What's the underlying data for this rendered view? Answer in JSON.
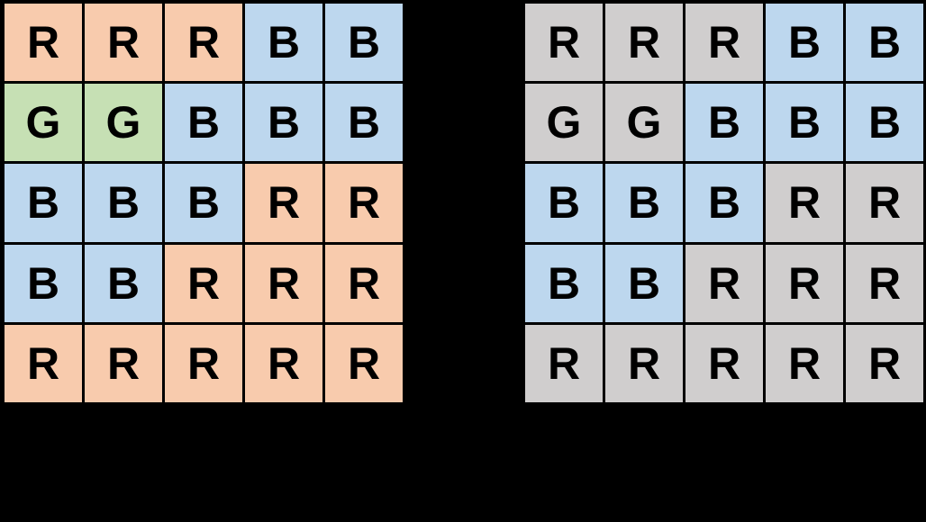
{
  "colors": {
    "page_background": "#000000",
    "grid_line": "#000000",
    "letter_text": "#000000",
    "cell_R": "#F8CBAD",
    "cell_G": "#C6E0B4",
    "cell_B": "#BDD7EE",
    "cell_muted": "#D0CECE"
  },
  "grids": [
    {
      "id": "left-grid",
      "highlight_only": null,
      "rows": [
        [
          "R",
          "R",
          "R",
          "B",
          "B"
        ],
        [
          "G",
          "G",
          "B",
          "B",
          "B"
        ],
        [
          "B",
          "B",
          "B",
          "R",
          "R"
        ],
        [
          "B",
          "B",
          "R",
          "R",
          "R"
        ],
        [
          "R",
          "R",
          "R",
          "R",
          "R"
        ]
      ]
    },
    {
      "id": "right-grid",
      "highlight_only": "B",
      "rows": [
        [
          "R",
          "R",
          "R",
          "B",
          "B"
        ],
        [
          "G",
          "G",
          "B",
          "B",
          "B"
        ],
        [
          "B",
          "B",
          "B",
          "R",
          "R"
        ],
        [
          "B",
          "B",
          "R",
          "R",
          "R"
        ],
        [
          "R",
          "R",
          "R",
          "R",
          "R"
        ]
      ]
    }
  ]
}
